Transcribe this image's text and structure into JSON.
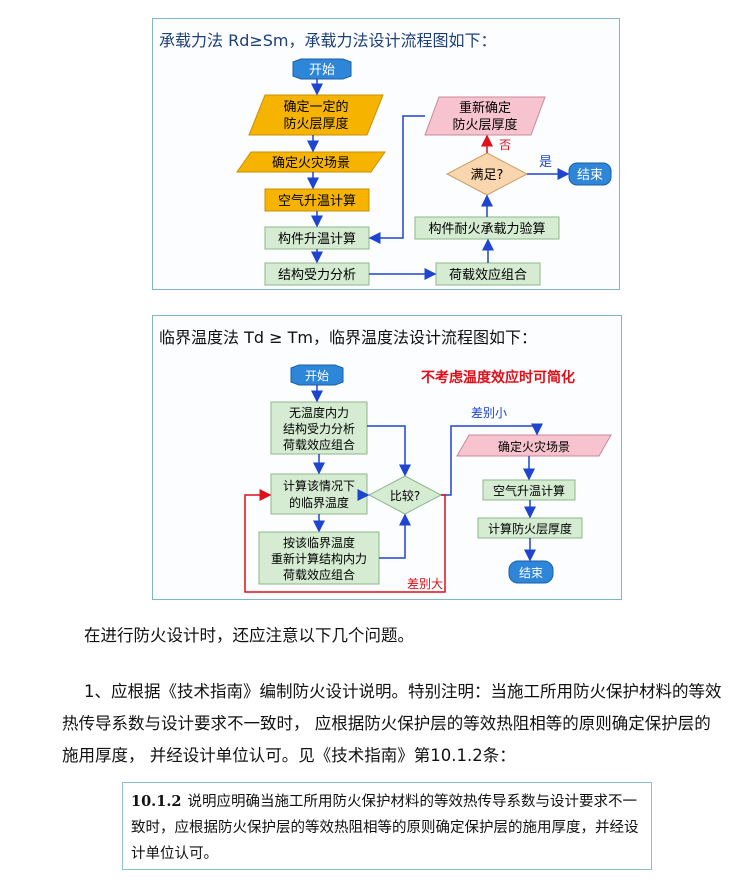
{
  "figure1": {
    "title": "承载力法 Rd≥Sm，承载力法设计流程图如下：",
    "nodes": {
      "start": "开始",
      "determine_thickness": [
        "确定一定的",
        "防火层厚度"
      ],
      "fire_scenario": "确定火灾场景",
      "air_temp": "空气升温计算",
      "member_temp": "构件升温计算",
      "structural_analysis": "结构受力分析",
      "load_combination": "荷载效应组合",
      "fire_capacity": "构件耐火承载力验算",
      "satisfied": "满足?",
      "redetermine": [
        "重新确定",
        "防火层厚度"
      ],
      "end": "结束"
    },
    "labels": {
      "no": "否",
      "yes": "是"
    }
  },
  "figure2": {
    "title": "临界温度法 Td ≥ Tm，临界温度法设计流程图如下：",
    "note": "不考虑温度效应时可简化",
    "nodes": {
      "start": "开始",
      "box1": [
        "无温度内力",
        "结构受力分析",
        "荷载效应组合"
      ],
      "box2": [
        "计算该情况下",
        "的临界温度"
      ],
      "box3": [
        "按该临界温度",
        "重新计算结构内力",
        "荷载效应组合"
      ],
      "compare": "比较?",
      "fire_scenario": "确定火灾场景",
      "air_temp": "空气升温计算",
      "thickness": "计算防火层厚度",
      "end": "结束"
    },
    "labels": {
      "small_diff": "差别小",
      "large_diff": "差别大"
    }
  },
  "paragraph1": "在进行防火设计时，还应注意以下几个问题。",
  "paragraph2": "1、应根据《技术指南》编制防火设计说明。特别注明：当施工所用防火保护材料的等效热传导系数与设计要求不一致时， 应根据防火保护层的等效热阻相等的原则确定保护层的施用厚度， 并经设计单位认可。见《技术指南》第10.1.2条：",
  "quote": {
    "clause": "10.1.2",
    "text": "说明应明确当施工所用防火保护材料的等效热传导系数与设计要求不一致时，应根据防火保护层的等效热阻相等的原则确定保护层的施用厚度，并经设计单位认可。"
  },
  "colors": {
    "start_end": "#2e86d8",
    "orange": "#f6b400",
    "green": "#d5ecd2",
    "pink": "#f7c3cf",
    "peach": "#f9d6ad",
    "arrow": "#1f45d0",
    "red": "#e0101a"
  }
}
